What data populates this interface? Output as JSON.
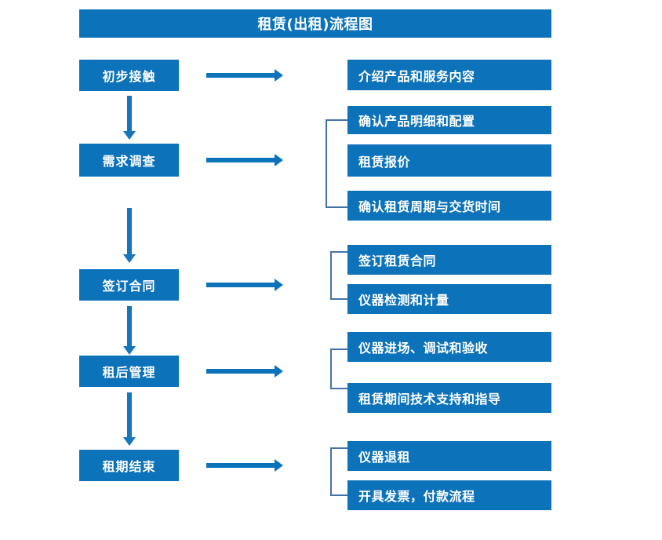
{
  "title": {
    "text": "租赁(出租)流程图"
  },
  "theme": {
    "box_fill": "#0C72BA",
    "box_text": "#FFFFFF",
    "arrow_color": "#0C72BA",
    "bracket_color": "#4472A8",
    "background": "#FFFFFF"
  },
  "chart_data": {
    "type": "diagram",
    "diagram_kind": "flowchart",
    "title": "租赁(出租)流程图",
    "orientation": "vertical-stages-with-horizontal-details",
    "stages": [
      {
        "id": "stage-1",
        "label": "初步接触",
        "details": [
          "介绍产品和服务内容"
        ],
        "has_bracket": false
      },
      {
        "id": "stage-2",
        "label": "需求调查",
        "details": [
          "确认产品明细和配置",
          "租赁报价",
          "确认租赁周期与交货时间"
        ],
        "has_bracket": true
      },
      {
        "id": "stage-3",
        "label": "签订合同",
        "details": [
          "签订租赁合同",
          "仪器检测和计量"
        ],
        "has_bracket": true
      },
      {
        "id": "stage-4",
        "label": "租后管理",
        "details": [
          "仪器进场、调试和验收",
          "租赁期间技术支持和指导"
        ],
        "has_bracket": true
      },
      {
        "id": "stage-5",
        "label": "租期结束",
        "details": [
          "仪器退租",
          "开具发票，付款流程"
        ],
        "has_bracket": true
      }
    ],
    "flow_sequence": [
      "初步接触",
      "需求调查",
      "签订合同",
      "租后管理",
      "租期结束"
    ]
  },
  "stages": {
    "s1": {
      "label": "初步接触"
    },
    "s2": {
      "label": "需求调查"
    },
    "s3": {
      "label": "签订合同"
    },
    "s4": {
      "label": "租后管理"
    },
    "s5": {
      "label": "租期结束"
    }
  },
  "details": {
    "d1_1": {
      "label": "介绍产品和服务内容"
    },
    "d2_1": {
      "label": "确认产品明细和配置"
    },
    "d2_2": {
      "label": "租赁报价"
    },
    "d2_3": {
      "label": "确认租赁周期与交货时间"
    },
    "d3_1": {
      "label": "签订租赁合同"
    },
    "d3_2": {
      "label": "仪器检测和计量"
    },
    "d4_1": {
      "label": "仪器进场、调试和验收"
    },
    "d4_2": {
      "label": "租赁期间技术支持和指导"
    },
    "d5_1": {
      "label": "仪器退租"
    },
    "d5_2": {
      "label": "开具发票，付款流程"
    }
  }
}
